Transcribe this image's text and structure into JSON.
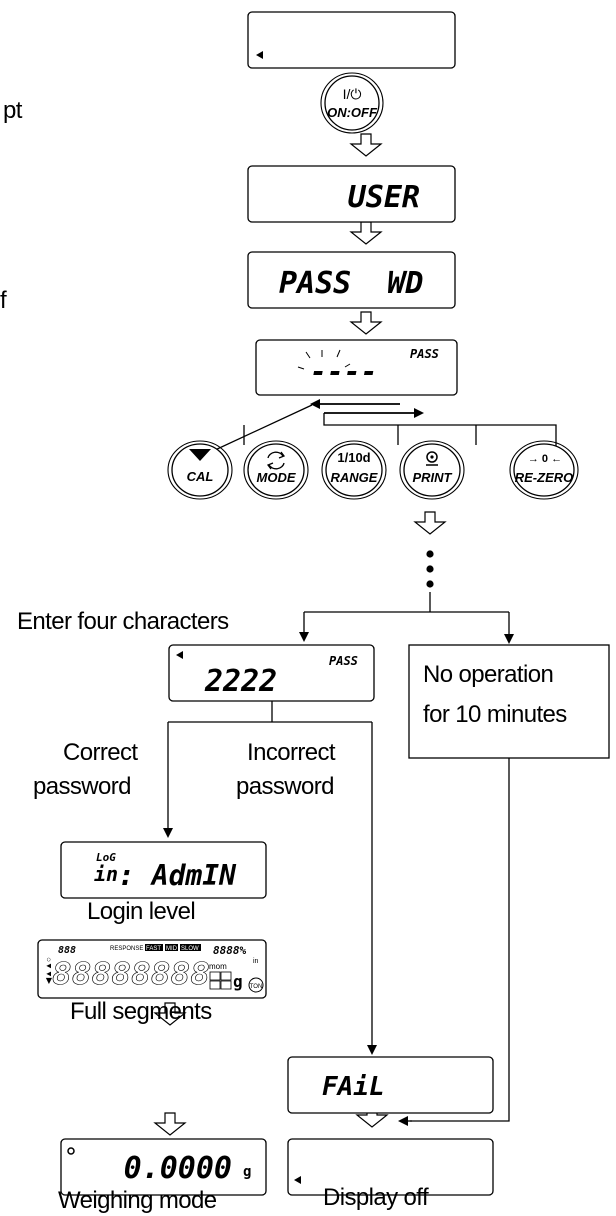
{
  "displays": {
    "top": "",
    "user": "USER",
    "passwd": "PASS  WD",
    "pass_indicator": "PASS",
    "dashes": "----",
    "entered": "2222",
    "entered_indicator": "PASS",
    "login_small_top": "LoG",
    "login_small_bottom": "in",
    "login_value": ": AdmIN",
    "fail": "FAiL",
    "weighing_value": "0.0000",
    "weighing_unit": "g"
  },
  "keys": {
    "on_off_top": "I/⏻",
    "on_off_bottom": "ON:OFF",
    "cal": "CAL",
    "mode": "MODE",
    "range_top": "1/10d",
    "range": "RANGE",
    "print": "PRINT",
    "rezero_top": "→ 0 ←",
    "rezero": "RE-ZERO"
  },
  "labels": {
    "cut_left_1": "pt",
    "cut_left_2": "f",
    "enter_four": "Enter four characters",
    "no_op_1": "No operation",
    "no_op_2": "for 10 minutes",
    "correct_1": "Correct",
    "correct_2": "password",
    "incorrect_1": "Incorrect",
    "incorrect_2": "password",
    "login_level": "Login level",
    "full_segments": "Full segments",
    "weighing_mode": "Weighing mode",
    "display_off": "Display off"
  },
  "full_segment_display": {
    "digits": "88888888",
    "small_digits": "888",
    "response_label": "RESPONSE",
    "fast": "FAST",
    "mid": "MID",
    "slow": "SLOW",
    "percent_digits": "8888%",
    "mom": "mom",
    "unit_g": "g",
    "unit_in": "in",
    "ton": "TON"
  }
}
